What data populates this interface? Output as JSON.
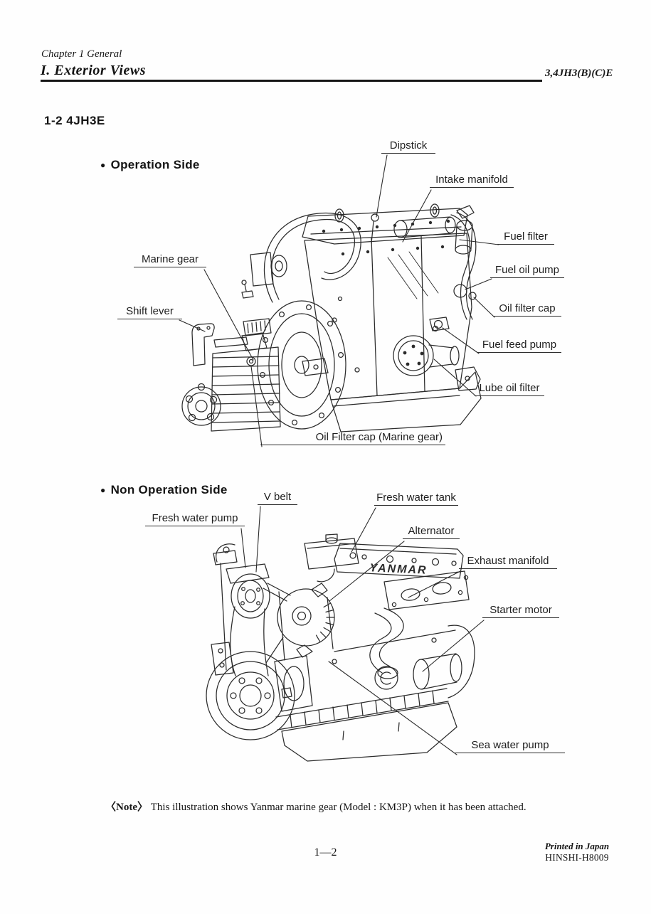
{
  "header": {
    "chapter": "Chapter 1 General",
    "section": "I. Exterior Views",
    "model_code": "3,4JH3(B)(C)E"
  },
  "section_title": "1-2  4JH3E",
  "engine_logo": "YANMAR",
  "figures": [
    {
      "bullet": "●",
      "title": "Operation Side",
      "labels": {
        "dipstick": "Dipstick",
        "intake_manifold": "Intake manifold",
        "fuel_filter": "Fuel filter",
        "fuel_oil_pump": "Fuel oil pump",
        "oil_filter_cap": "Oil filter cap",
        "fuel_feed_pump": "Fuel feed pump",
        "lube_oil_filter": "Lube oil filter",
        "marine_gear": "Marine gear",
        "shift_lever": "Shift lever",
        "oil_filter_cap_marine_gear": "Oil Filter cap (Marine gear)"
      }
    },
    {
      "bullet": "●",
      "title": "Non Operation Side",
      "labels": {
        "v_belt": "V belt",
        "fresh_water_tank": "Fresh water tank",
        "fresh_water_pump": "Fresh water pump",
        "alternator": "Alternator",
        "exhaust_manifold": "Exhaust manifold",
        "starter_motor": "Starter motor",
        "sea_water_pump": "Sea water pump"
      }
    }
  ],
  "note": {
    "prefix": "〈Note〉",
    "text": "This illustration shows Yanmar marine gear (Model : KM3P) when it has been attached."
  },
  "footer": {
    "page_number": "1—2",
    "printed_in": "Printed in Japan",
    "print_code": "HINSHI-H8009"
  }
}
